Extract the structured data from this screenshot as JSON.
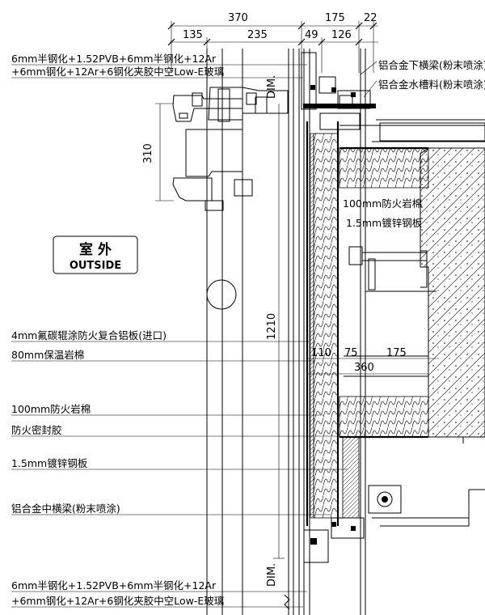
{
  "dimensions": {
    "top_row1": [
      "370",
      "175",
      "22"
    ],
    "top_row2": [
      "135",
      "235",
      "49",
      "126"
    ],
    "vertical_310": "310",
    "vertical_1210": "1210",
    "dim_text_top": "DIM.",
    "dim_text_bottom": "DIM.",
    "inner_110": "110",
    "inner_75": "75",
    "inner_175": "175",
    "inner_360": "360"
  },
  "outside_label": {
    "cn": "室 外",
    "en": "OUTSIDE"
  },
  "left_labels": {
    "glass_top_line1": "6mm半钢化+1.52PVB+6mm半钢化+12Ar",
    "glass_top_line2": "+6mm钢化+12Ar+6钢化夹胶中空Low-E玻璃",
    "panel": "4mm氟碳辊涂防火复合铝板(进口)",
    "insulation": "80mm保温岩棉",
    "firewool": "100mm防火岩棉",
    "sealant": "防火密封胶",
    "steel_plate": "1.5mm镀锌钢板",
    "mid_beam": "铝合金中横梁(粉末喷涂)",
    "glass_bottom_line1": "6mm半钢化+1.52PVB+6mm半钢化+12Ar",
    "glass_bottom_line2": "+6mm钢化+12Ar+6钢化夹胶中空Low-E玻璃"
  },
  "right_labels": {
    "lower_beam": "铝合金下横梁(粉末喷涂)",
    "gutter": "铝合金水槽料(粉末喷涂)",
    "firewool_inner": "100mm防火岩棉",
    "steel_inner": "1.5mm镀锌钢板"
  }
}
